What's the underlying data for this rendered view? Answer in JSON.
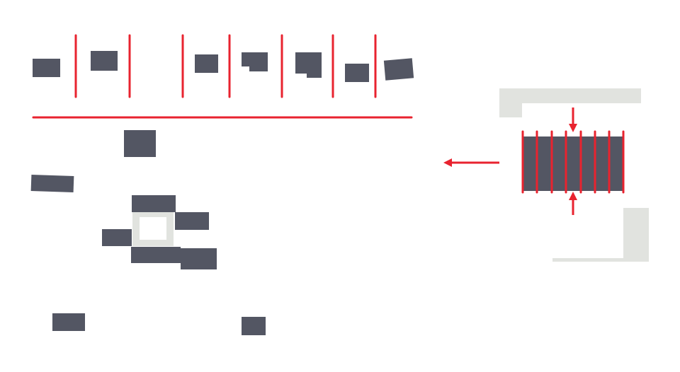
{
  "colors": {
    "background": "#ffffff",
    "block": "#535663",
    "divider": "#e8232f",
    "ghost_frame": "#e1e3df"
  },
  "diagram": {
    "upper_row_block_count": 8,
    "upper_row_divider_count": 7,
    "scattered_block_count": 11,
    "compressed_stack_divider_count": 8,
    "arrows": [
      "arrow-left",
      "arrow-down",
      "arrow-up"
    ]
  }
}
